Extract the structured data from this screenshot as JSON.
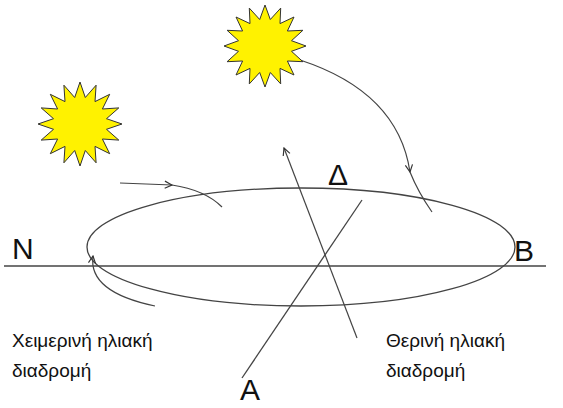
{
  "diagram": {
    "labels": [
      "N",
      "B",
      "Δ",
      "A",
      "Χειμερινή ηλιακή διαδρομή",
      "Θερινή ηλιακή διαδρομή"
    ]
  }
}
